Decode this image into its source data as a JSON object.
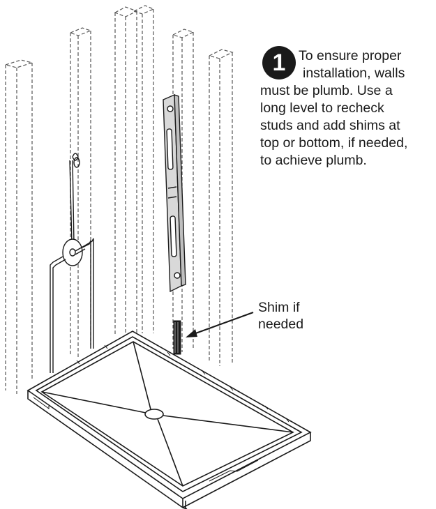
{
  "step": {
    "number": "1",
    "lines": [
      "To ensure proper",
      "installation, walls",
      "must be plumb. Use a",
      "long level to recheck",
      "studs and add shims at",
      "top or bottom, if needed,",
      "to achieve plumb."
    ]
  },
  "callout": {
    "lines": [
      "Shim if",
      "needed"
    ]
  },
  "colors": {
    "ink": "#1a1a1a",
    "paper": "#ffffff",
    "level_body": "#d9d9d9",
    "dashed_stud": "#555555"
  },
  "icons": [
    "wall-stud",
    "level-tool",
    "shim",
    "shower-base",
    "shower-valve",
    "step-number-badge"
  ]
}
